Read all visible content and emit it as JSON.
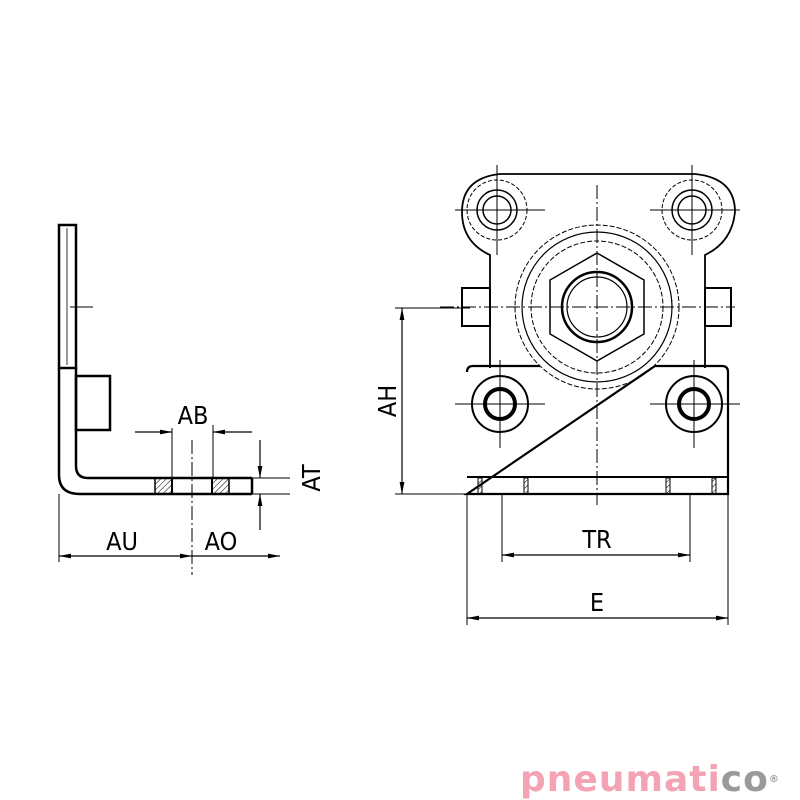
{
  "dimensions": {
    "ab": "AB",
    "at": "AT",
    "au": "AU",
    "ao": "AO",
    "ah": "AH",
    "tr": "TR",
    "e": "E"
  },
  "logo": {
    "text_pink": "pneumati",
    "text_gray": "co",
    "mark": "®",
    "pink": "#f4a3b5",
    "gray": "#9a9a9a"
  }
}
